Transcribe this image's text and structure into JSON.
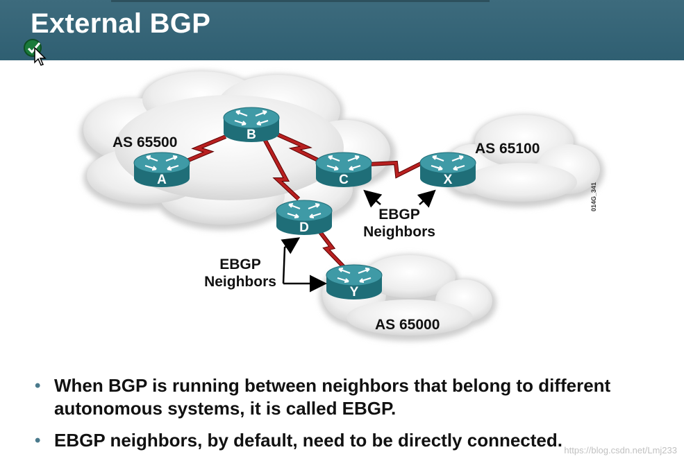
{
  "slide": {
    "title": "External BGP"
  },
  "diagram": {
    "routers": [
      {
        "label": "A"
      },
      {
        "label": "B"
      },
      {
        "label": "C"
      },
      {
        "label": "D"
      },
      {
        "label": "X"
      },
      {
        "label": "Y"
      }
    ],
    "as_labels": {
      "as1": "AS 65500",
      "as2": "AS 65100",
      "as3": "AS 65000"
    },
    "ebgp_label_right": {
      "line1": "EBGP",
      "line2": "Neighbors"
    },
    "ebgp_label_left": {
      "line1": "EBGP",
      "line2": "Neighbors"
    },
    "figure_id": "014G_341",
    "colors": {
      "link": "#a01818",
      "router_top": "#3f9aa6",
      "router_side": "#1f6e78"
    }
  },
  "bullets": [
    {
      "text": "When BGP is running between neighbors that belong to different autonomous systems, it is called EBGP."
    },
    {
      "text": "EBGP neighbors, by default, need to be directly connected."
    }
  ],
  "watermark": "https://blog.csdn.net/Lmj233"
}
